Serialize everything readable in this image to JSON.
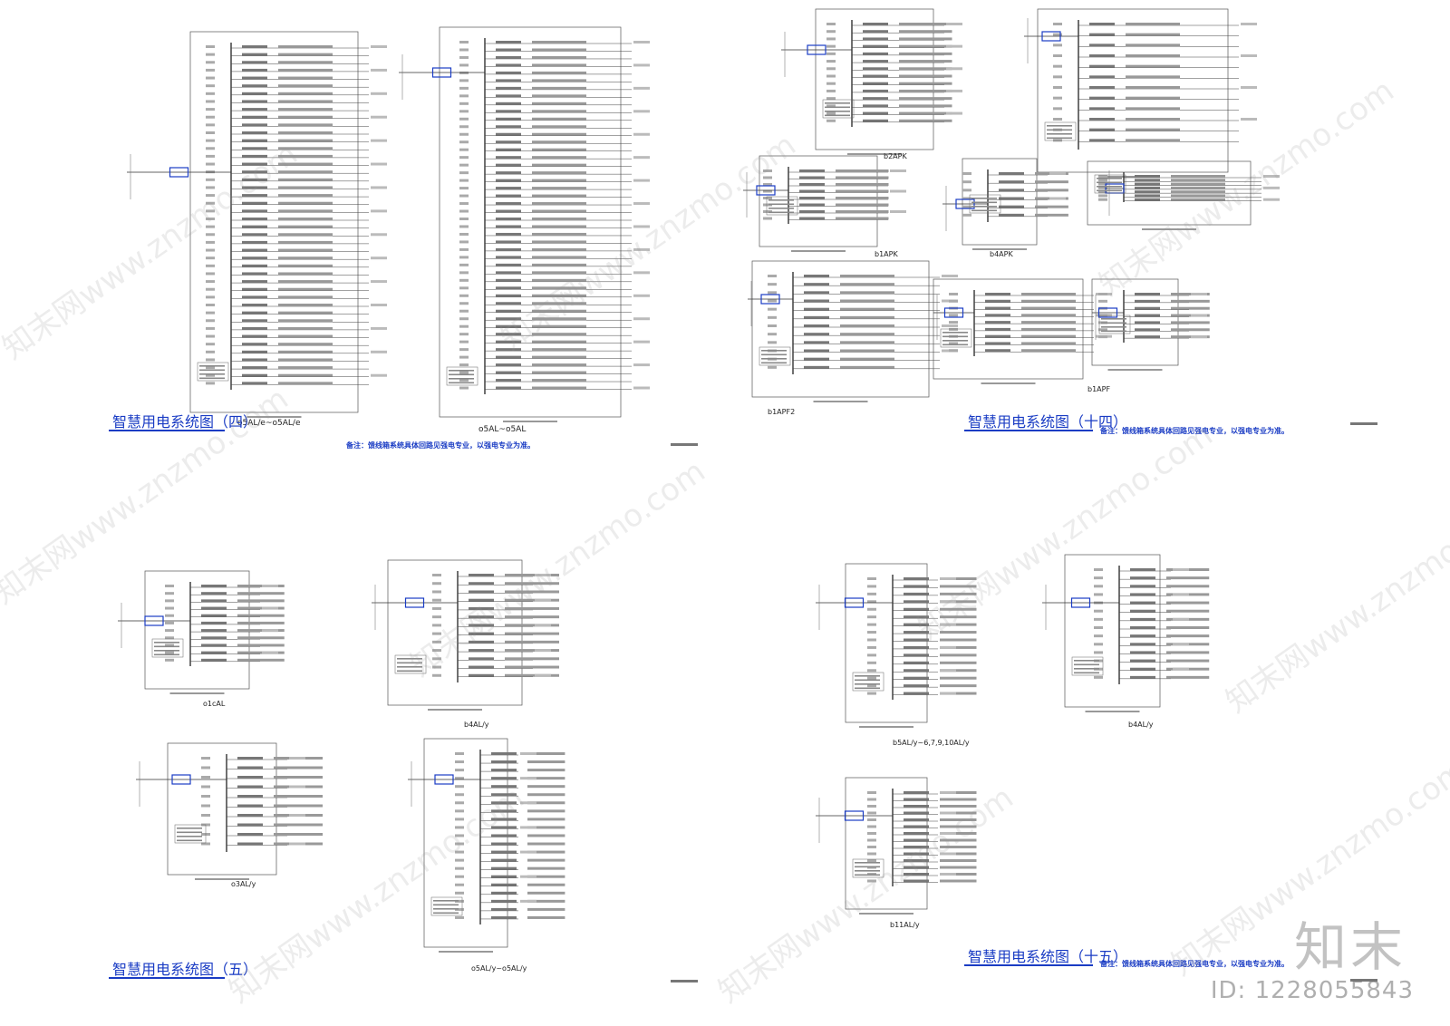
{
  "titles": {
    "sheet4": "智慧用电系统图（四）",
    "sheet14": "智慧用电系统图（十四）",
    "sheet5": "智慧用电系统图（五）",
    "sheet15": "智慧用电系统图（十五）"
  },
  "notes": {
    "top_left": "备注：馈线箱系统具体回路见强电专业，以强电专业为准。",
    "top_right": "备注：馈线箱系统具体回路见强电专业，以强电专业为准。",
    "bottom_right": "备注：馈线箱系统具体回路见强电专业，以强电专业为准。"
  },
  "panel_labels": {
    "p1": "o5AL/e~o5AL/e",
    "p2": "o5AL~o5AL",
    "p3": "b2APK",
    "p4": "b1APK",
    "p5": "b4APK",
    "p6": "b1APF2",
    "p7": "b1APF",
    "p8": "o1cAL",
    "p9": "b4AL/y",
    "p10": "b5AL/y~6,7,9,10AL/y",
    "p11": "b4AL/y",
    "p12": "o3AL/y",
    "p13": "o5AL/y~o5AL/y",
    "p14": "b11AL/y"
  },
  "watermark": "知末网www.znzmo.com",
  "logo": "知末",
  "image_id": "ID: 1228055843"
}
